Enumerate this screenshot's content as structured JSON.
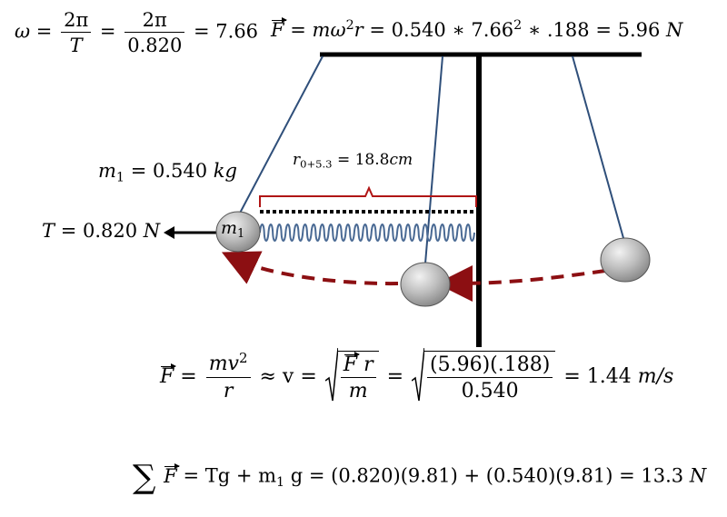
{
  "equations": {
    "omega": {
      "lhs": "ω",
      "num1": "2π",
      "den1": "T",
      "num2": "2π",
      "den2": "0.820",
      "result": "7.66"
    },
    "force_top": {
      "lhs": "F",
      "expr": "mω",
      "sq": "2",
      "r": "r",
      "rhs": "= 0.540 ∗ 7.66",
      "rhs_sq": "2",
      "tail": "∗ .188 = 5.96",
      "unit": "N"
    },
    "mass": {
      "label": "m",
      "sub": "1",
      "value": "= 0.540",
      "unit": "kg"
    },
    "radius": {
      "label": "r",
      "sub": "0+5.3",
      "value": "= 18.8",
      "unit": "cm"
    },
    "tension": {
      "label": "T",
      "value": "= 0.820",
      "unit": "N"
    },
    "velocity": {
      "lhs": "F",
      "num": "mv",
      "num_sq": "2",
      "den": "r",
      "approx": "≈ v =",
      "sqrt_den": "m",
      "sqrt_r": "r",
      "num2": "(5.96)(.188)",
      "den2": "0.540",
      "result": "= 1.44",
      "unit": "m/s"
    },
    "sum": {
      "sigma": "∑",
      "lhs": "F",
      "expr1": "= Tg + m",
      "sub1": "1",
      "expr2": "g = (0.820)(9.81) + (0.540)(9.81) = 13.3",
      "unit": "N"
    }
  },
  "ball_label": {
    "label": "m",
    "sub": "1"
  },
  "colors": {
    "string": "#2f4f7a",
    "spring": "#4a6a94",
    "bracket": "#b01515",
    "path": "#8c0f12",
    "ball": "#b9b9b9",
    "frame": "#000000"
  }
}
